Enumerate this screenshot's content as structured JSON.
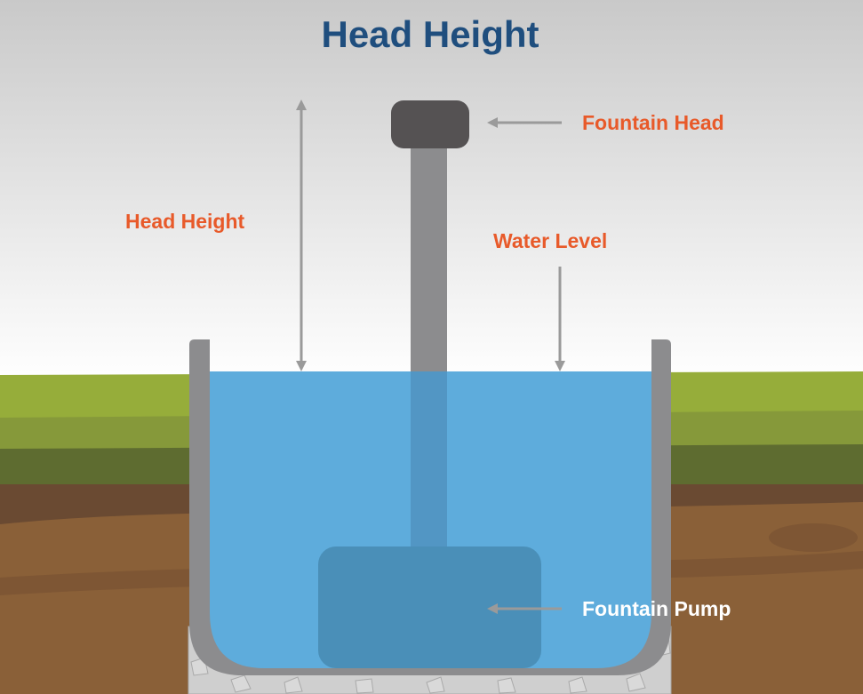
{
  "title": "Head Height",
  "labels": {
    "fountain_head": "Fountain Head",
    "head_height": "Head Height",
    "water_level": "Water Level",
    "fountain_pump": "Fountain Pump"
  },
  "colors": {
    "title": "#1f4e7e",
    "label_accent": "#e85a2a",
    "label_light": "#ffffff",
    "water": "#5eacdc",
    "pump": "#4a8fb8",
    "tank_wall": "#8c8c8e",
    "fountain_head": "#555253",
    "arrow": "#9a9a9a",
    "grass": "#96ad3a",
    "soil": "#8a6038"
  }
}
